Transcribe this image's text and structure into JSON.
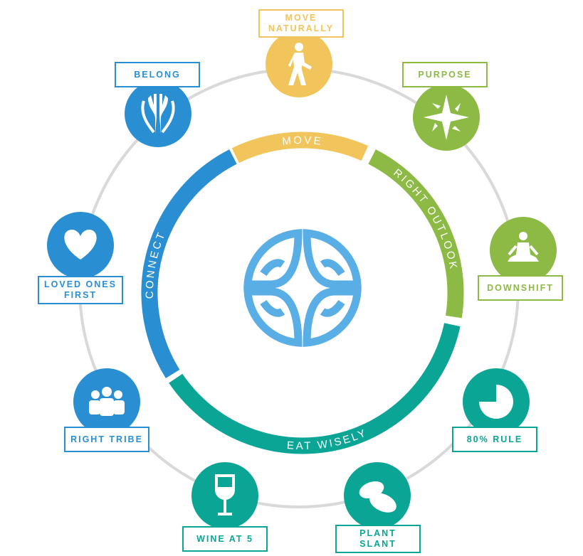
{
  "colors": {
    "blue": "#2a8fd2",
    "yellow": "#f2c55c",
    "green": "#8cba44",
    "teal": "#0ba596",
    "logo": "#5aaee6",
    "ring": "#d9d9d9"
  },
  "ring_labels": {
    "move": "MOVE",
    "outlook": "RIGHT OUTLOOK",
    "eat": "EAT WISELY",
    "connect": "CONNECT"
  },
  "items": [
    {
      "id": "move-naturally",
      "label_lines": [
        "MOVE",
        "NATURALLY"
      ],
      "color": "#f2c55c",
      "icon": "walking-person-icon"
    },
    {
      "id": "purpose",
      "label_lines": [
        "PURPOSE"
      ],
      "color": "#8cba44",
      "icon": "compass-star-icon"
    },
    {
      "id": "downshift",
      "label_lines": [
        "DOWNSHIFT"
      ],
      "color": "#8cba44",
      "icon": "meditation-icon"
    },
    {
      "id": "80-rule",
      "label_lines": [
        "80% RULE"
      ],
      "color": "#0ba596",
      "icon": "pie-80-icon"
    },
    {
      "id": "plant-slant",
      "label_lines": [
        "PLANT",
        "SLANT"
      ],
      "color": "#0ba596",
      "icon": "beans-icon"
    },
    {
      "id": "wine-at-5",
      "label_lines": [
        "WINE AT 5"
      ],
      "color": "#0ba596",
      "icon": "wine-glass-icon"
    },
    {
      "id": "right-tribe",
      "label_lines": [
        "RIGHT TRIBE"
      ],
      "color": "#2a8fd2",
      "icon": "group-icon"
    },
    {
      "id": "loved-ones-first",
      "label_lines": [
        "LOVED ONES",
        "FIRST"
      ],
      "color": "#2a8fd2",
      "icon": "heart-icon"
    },
    {
      "id": "belong",
      "label_lines": [
        "BELONG"
      ],
      "color": "#2a8fd2",
      "icon": "hands-icon"
    }
  ]
}
